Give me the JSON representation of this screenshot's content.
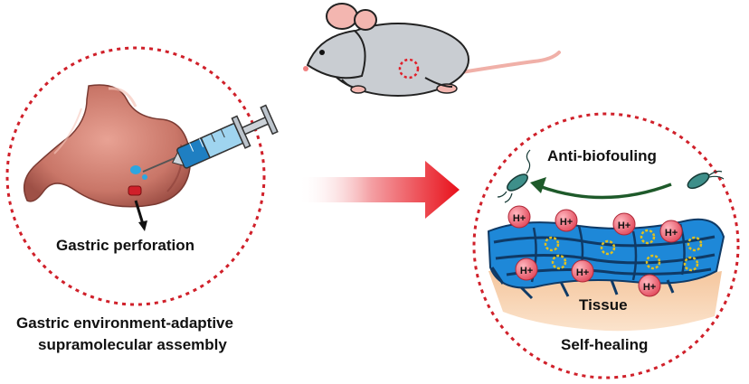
{
  "labels": {
    "gastric_perforation": "Gastric perforation",
    "caption_line1": "Gastric environment-adaptive",
    "caption_line2": "supramolecular assembly",
    "anti_biofouling": "Anti-biofouling",
    "tissue": "Tissue",
    "self_healing": "Self-healing",
    "proton": "H+"
  },
  "colors": {
    "dashed_circle": "#d0202a",
    "arrow": "#e8101a",
    "hydrogel": "#1e88d8",
    "hydrogel_dark": "#0f3a66",
    "crosslink": "#e0c020",
    "proton_ball": "#e85a6a",
    "tissue": "#f6cfa8",
    "stomach": "#c97668",
    "syringe_barrel": "#9fd4ef",
    "syringe_liquid": "#1f7fc2",
    "mouse_body": "#c9cdd2",
    "mouse_ear": "#f3b6b0",
    "green_arrow": "#1e5a2a"
  },
  "icons": [
    "mouse-icon",
    "stomach-icon",
    "syringe-icon",
    "bacterium-icon"
  ]
}
